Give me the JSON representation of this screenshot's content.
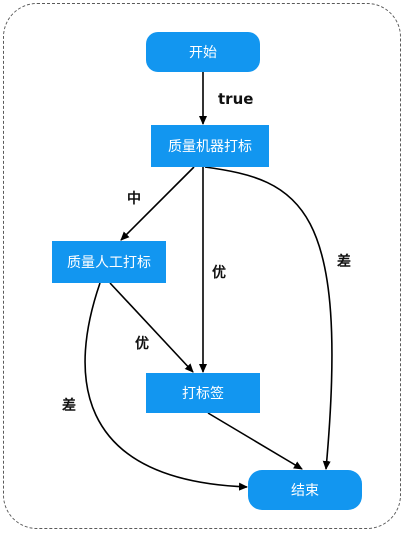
{
  "nodes": {
    "start": "开始",
    "quality_machine_tag": "质量机器打标",
    "quality_human_tag": "质量人工打标",
    "tag_sign": "打标签",
    "end": "结束"
  },
  "edges": {
    "start_to_machine": "true",
    "machine_to_human": "中",
    "machine_to_tag": "优",
    "machine_to_end": "差",
    "human_to_tag": "优",
    "human_to_end": "差"
  }
}
